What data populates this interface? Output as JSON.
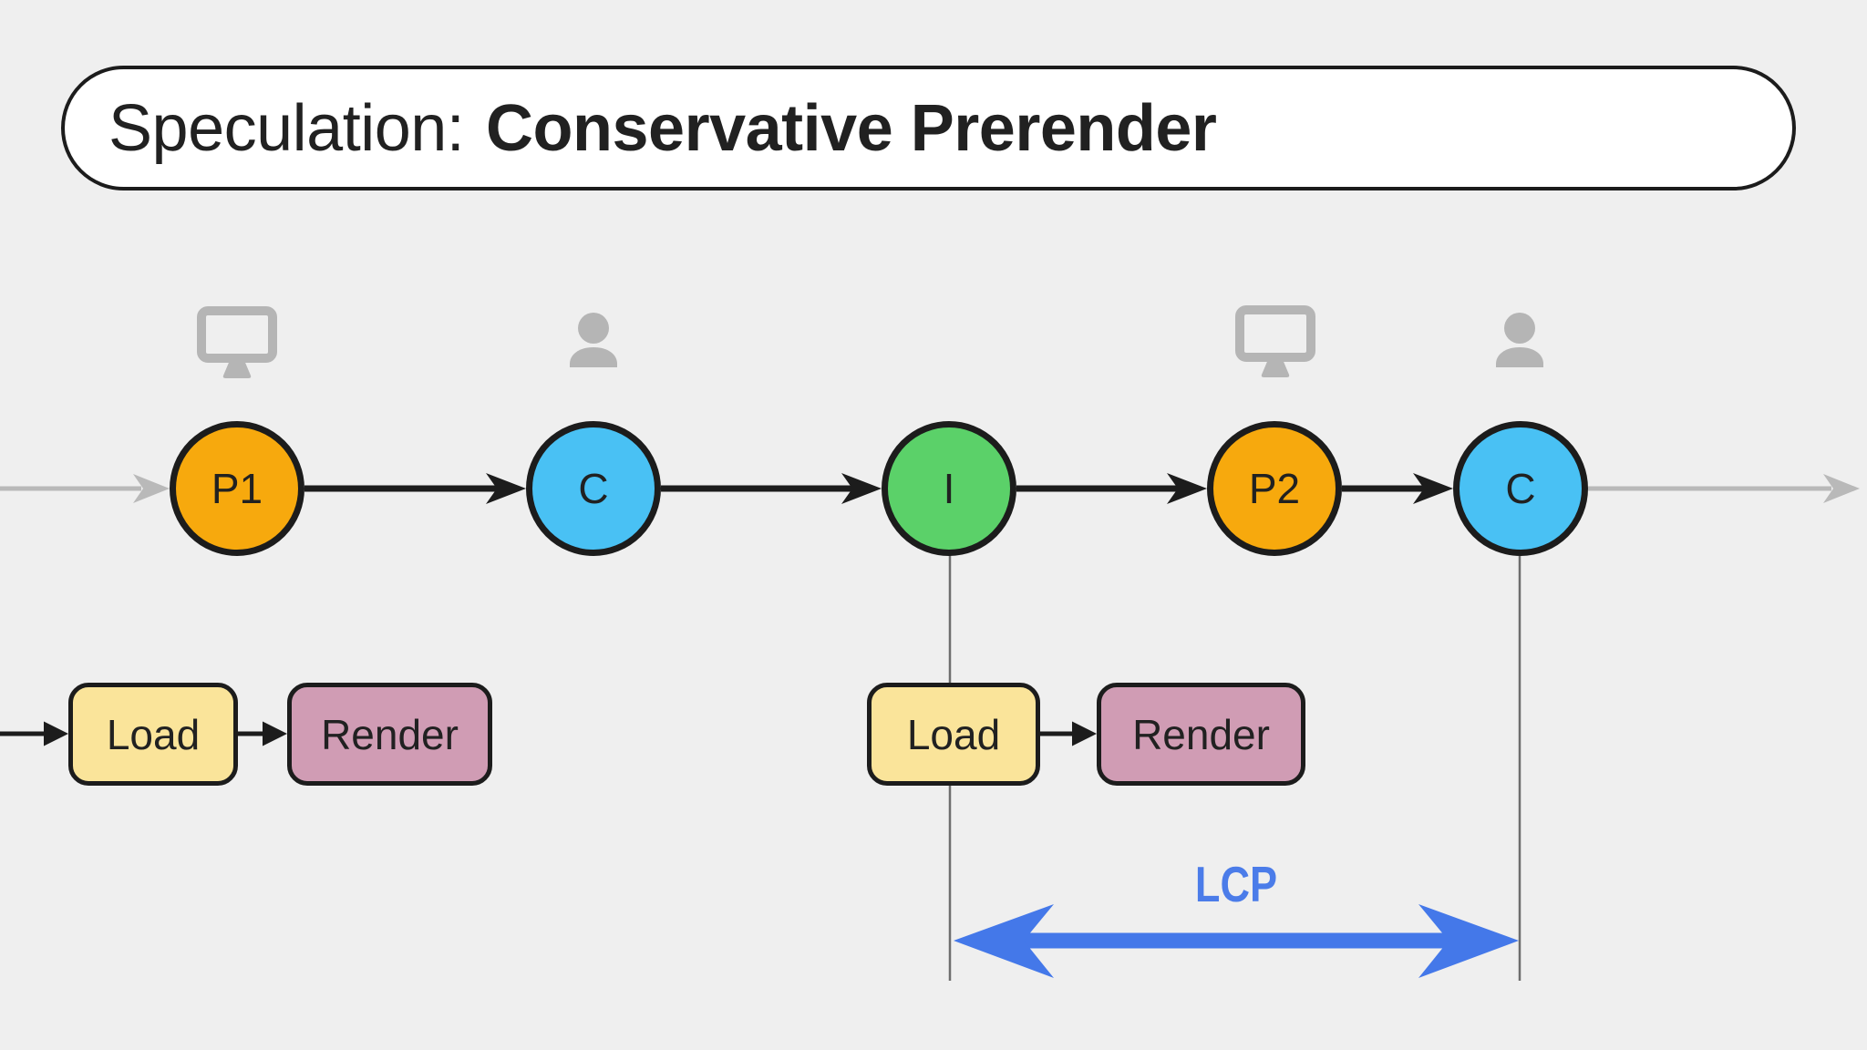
{
  "title": {
    "regular": "Speculation:",
    "bold": "Conservative Prerender"
  },
  "timeline": {
    "nodes": [
      {
        "label": "P1",
        "color": "#F7A90D",
        "icon": "monitor-icon"
      },
      {
        "label": "C",
        "color": "#49C1F4",
        "icon": "person-icon"
      },
      {
        "label": "I",
        "color": "#5BD169",
        "icon": null
      },
      {
        "label": "P2",
        "color": "#F7A90D",
        "icon": "monitor-icon"
      },
      {
        "label": "C",
        "color": "#49C1F4",
        "icon": "person-icon"
      }
    ]
  },
  "process_rows": [
    {
      "steps": [
        "Load",
        "Render"
      ]
    },
    {
      "steps": [
        "Load",
        "Render"
      ]
    }
  ],
  "lcp": {
    "label": "LCP",
    "color": "#4B7CE9"
  },
  "colors": {
    "background": "#EFEFEF",
    "outline": "#1C1C1C",
    "node_orange": "#F7A90D",
    "node_blue": "#49C1F4",
    "node_green": "#5BD169",
    "load_yellow": "#FAE49A",
    "render_pink": "#D09CB4",
    "icon_gray": "#B5B5B5",
    "flow_gray": "#B9B9B9",
    "marker_line_gray": "#6E6E6E",
    "lcp_blue": "#4478E9"
  }
}
